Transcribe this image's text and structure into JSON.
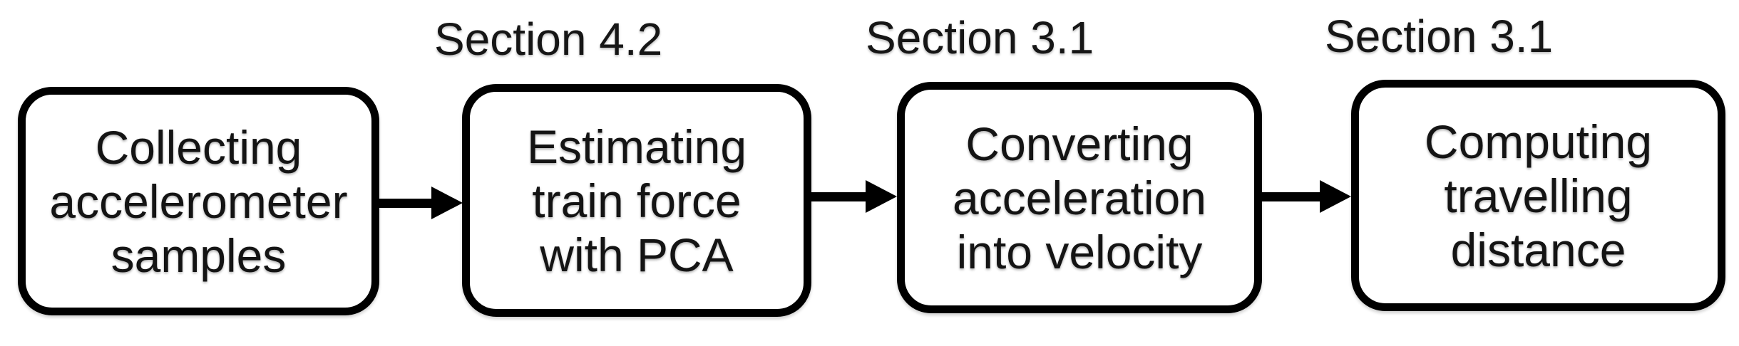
{
  "figure": {
    "type": "flowchart",
    "background_color": "#ffffff",
    "ink_color": "#000000",
    "direction": "left-to-right"
  },
  "steps": [
    {
      "label": "Collecting\naccelerometer\nsamples",
      "section": ""
    },
    {
      "label": "Estimating\ntrain force\nwith PCA",
      "section": "Section 4.2"
    },
    {
      "label": "Converting\nacceleration\ninto velocity",
      "section": "Section 3.1"
    },
    {
      "label": "Computing\ntravelling\ndistance",
      "section": "Section 3.1"
    }
  ],
  "connectors": [
    {
      "from": 0,
      "to": 1,
      "style": "solid-arrow-right"
    },
    {
      "from": 1,
      "to": 2,
      "style": "solid-arrow-right"
    },
    {
      "from": 2,
      "to": 3,
      "style": "solid-arrow-right"
    }
  ]
}
